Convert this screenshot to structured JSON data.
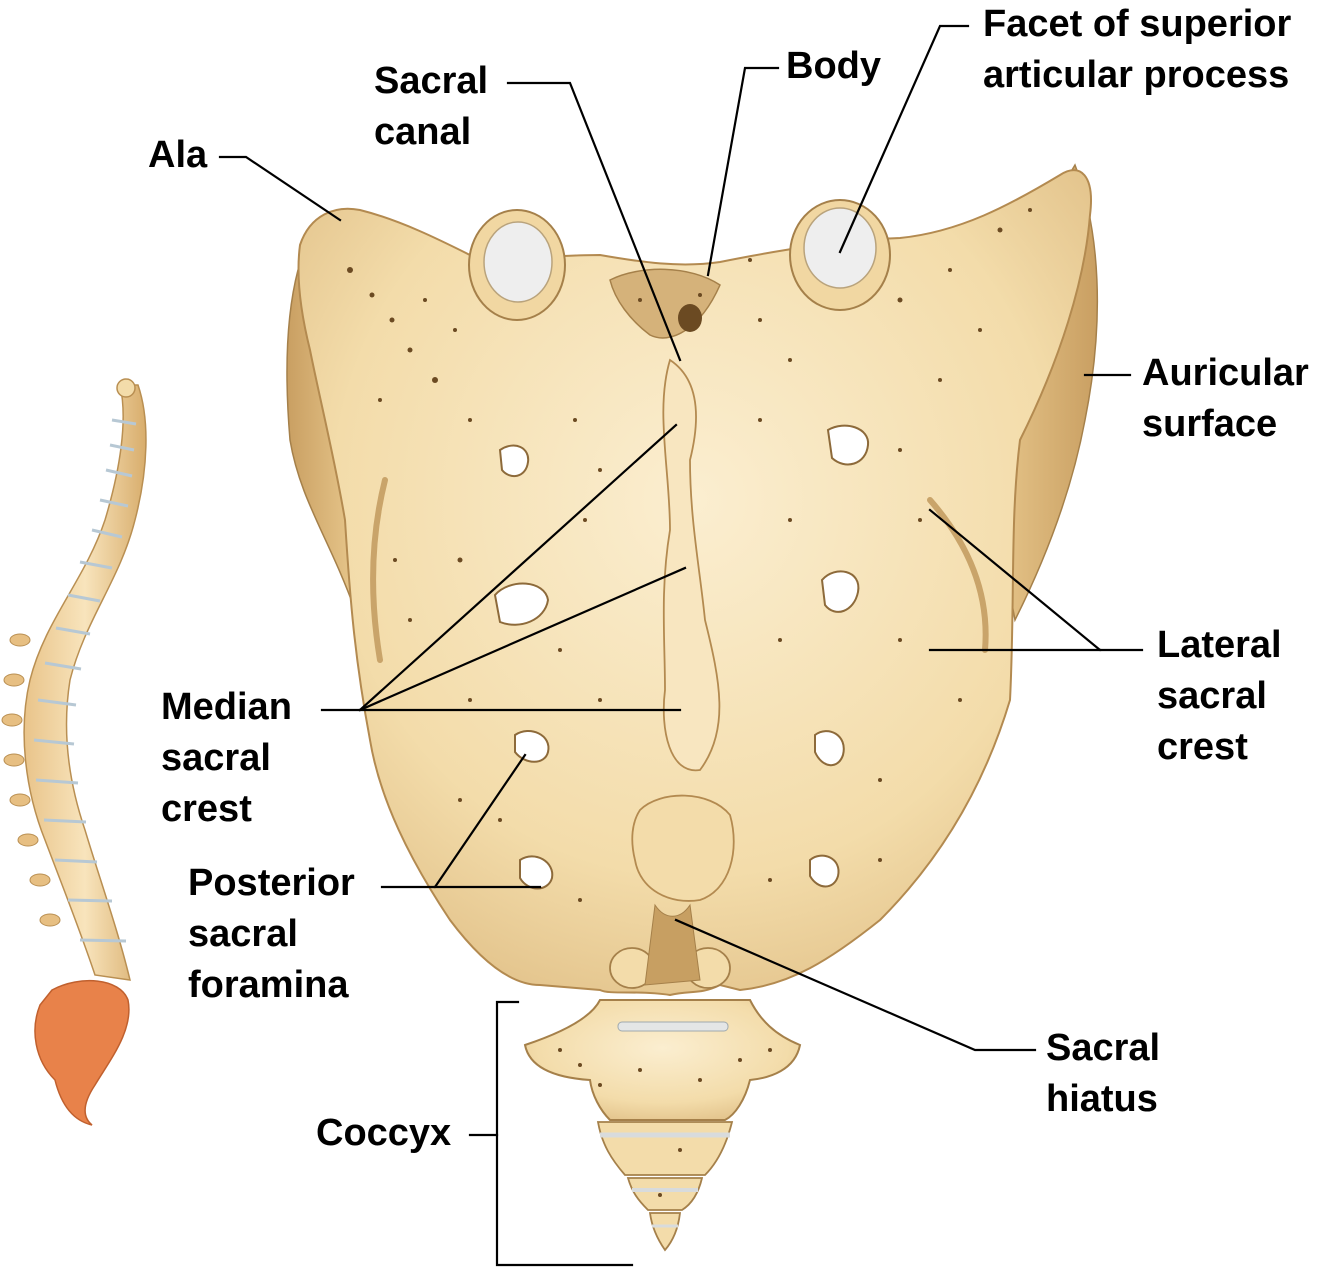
{
  "colors": {
    "bone": "#f3dcaa",
    "bone_light": "#fbeed0",
    "bone_shadow": "#d9b679",
    "bone_dark": "#a5804a",
    "cartilage": "#e4e6e6",
    "sacrum_highlight": "#e8824a",
    "leader": "#000000"
  },
  "labels": {
    "ala": [
      "Ala"
    ],
    "sacral_canal": [
      "Sacral",
      "canal"
    ],
    "body": [
      "Body"
    ],
    "facet": [
      "Facet of superior",
      "articular process"
    ],
    "auricular_surface": [
      "Auricular",
      "surface"
    ],
    "lateral_sacral_crest": [
      "Lateral",
      "sacral",
      "crest"
    ],
    "median_sacral_crest": [
      "Median",
      "sacral",
      "crest"
    ],
    "posterior_sacral_foramina": [
      "Posterior",
      "sacral",
      "foramina"
    ],
    "sacral_hiatus": [
      "Sacral",
      "hiatus"
    ],
    "coccyx": [
      "Coccyx"
    ]
  },
  "icons": {
    "inset": "vertebral-column-icon",
    "main": "sacrum-coccyx-icon"
  }
}
